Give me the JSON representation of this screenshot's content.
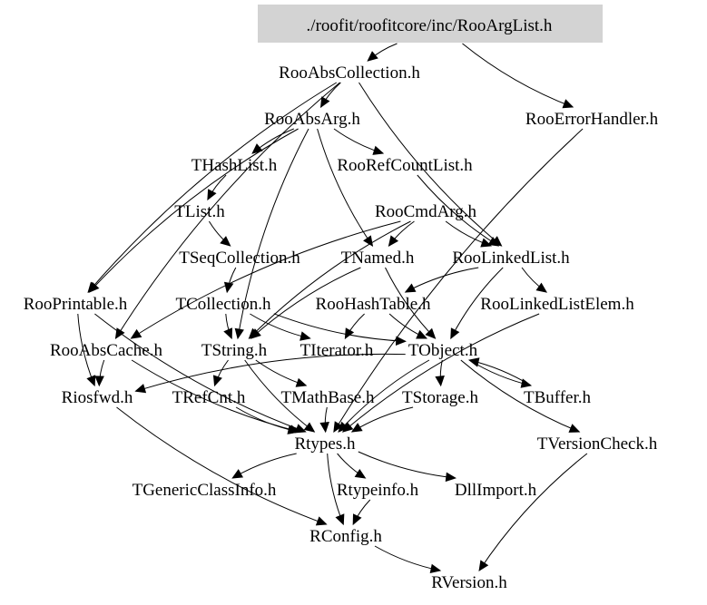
{
  "graph": {
    "type": "include-dependency-graph",
    "root": "./roofit/roofitcore/inc/RooArgList.h",
    "root_fill": "#d3d3d3",
    "nodes": [
      {
        "id": "RooArgList",
        "label": "./roofit/roofitcore/inc/RooArgList.h",
        "highlighted": true
      },
      {
        "id": "RooAbsCollection",
        "label": "RooAbsCollection.h"
      },
      {
        "id": "RooErrorHandler",
        "label": "RooErrorHandler.h"
      },
      {
        "id": "RooAbsArg",
        "label": "RooAbsArg.h"
      },
      {
        "id": "THashList",
        "label": "THashList.h"
      },
      {
        "id": "RooRefCountList",
        "label": "RooRefCountList.h"
      },
      {
        "id": "TList",
        "label": "TList.h"
      },
      {
        "id": "RooCmdArg",
        "label": "RooCmdArg.h"
      },
      {
        "id": "TSeqCollection",
        "label": "TSeqCollection.h"
      },
      {
        "id": "TNamed",
        "label": "TNamed.h"
      },
      {
        "id": "RooLinkedList",
        "label": "RooLinkedList.h"
      },
      {
        "id": "RooPrintable",
        "label": "RooPrintable.h"
      },
      {
        "id": "TCollection",
        "label": "TCollection.h"
      },
      {
        "id": "RooHashTable",
        "label": "RooHashTable.h"
      },
      {
        "id": "RooLinkedListElem",
        "label": "RooLinkedListElem.h"
      },
      {
        "id": "RooAbsCache",
        "label": "RooAbsCache.h"
      },
      {
        "id": "TString",
        "label": "TString.h"
      },
      {
        "id": "TIterator",
        "label": "TIterator.h"
      },
      {
        "id": "TObject",
        "label": "TObject.h"
      },
      {
        "id": "Riosfwd",
        "label": "Riosfwd.h"
      },
      {
        "id": "TRefCnt",
        "label": "TRefCnt.h"
      },
      {
        "id": "TMathBase",
        "label": "TMathBase.h"
      },
      {
        "id": "TStorage",
        "label": "TStorage.h"
      },
      {
        "id": "TBuffer",
        "label": "TBuffer.h"
      },
      {
        "id": "Rtypes",
        "label": "Rtypes.h"
      },
      {
        "id": "TVersionCheck",
        "label": "TVersionCheck.h"
      },
      {
        "id": "TGenericClassInfo",
        "label": "TGenericClassInfo.h"
      },
      {
        "id": "Rtypeinfo",
        "label": "Rtypeinfo.h"
      },
      {
        "id": "DllImport",
        "label": "DllImport.h"
      },
      {
        "id": "RConfig",
        "label": "RConfig.h"
      },
      {
        "id": "RVersion",
        "label": "RVersion.h"
      }
    ],
    "edges": [
      [
        "RooArgList",
        "RooAbsCollection"
      ],
      [
        "RooArgList",
        "RooErrorHandler"
      ],
      [
        "RooAbsCollection",
        "RooAbsArg"
      ],
      [
        "RooAbsCollection",
        "RooPrintable"
      ],
      [
        "RooAbsCollection",
        "RooLinkedList"
      ],
      [
        "RooAbsCollection",
        "RooAbsCache"
      ],
      [
        "RooAbsArg",
        "THashList"
      ],
      [
        "RooAbsArg",
        "RooRefCountList"
      ],
      [
        "RooAbsArg",
        "TNamed"
      ],
      [
        "RooAbsArg",
        "RooPrintable"
      ],
      [
        "RooAbsArg",
        "TString"
      ],
      [
        "RooRefCountList",
        "RooLinkedList"
      ],
      [
        "THashList",
        "TList"
      ],
      [
        "TList",
        "TSeqCollection"
      ],
      [
        "TSeqCollection",
        "TCollection"
      ],
      [
        "RooCmdArg",
        "TNamed"
      ],
      [
        "RooCmdArg",
        "RooLinkedList"
      ],
      [
        "RooCmdArg",
        "TString"
      ],
      [
        "RooCmdArg",
        "RooAbsCache"
      ],
      [
        "TNamed",
        "TObject"
      ],
      [
        "TNamed",
        "TString"
      ],
      [
        "RooLinkedList",
        "RooHashTable"
      ],
      [
        "RooLinkedList",
        "TObject"
      ],
      [
        "RooLinkedList",
        "RooLinkedListElem"
      ],
      [
        "RooErrorHandler",
        "Rtypes"
      ],
      [
        "TCollection",
        "TObject"
      ],
      [
        "TCollection",
        "TIterator"
      ],
      [
        "TCollection",
        "TString"
      ],
      [
        "RooHashTable",
        "TObject"
      ],
      [
        "RooHashTable",
        "TIterator"
      ],
      [
        "RooLinkedListElem",
        "Rtypes"
      ],
      [
        "RooPrintable",
        "Riosfwd"
      ],
      [
        "RooPrintable",
        "Rtypes"
      ],
      [
        "RooAbsCache",
        "Riosfwd"
      ],
      [
        "RooAbsCache",
        "Rtypes"
      ],
      [
        "TString",
        "TRefCnt"
      ],
      [
        "TString",
        "TMathBase"
      ],
      [
        "TString",
        "Rtypes"
      ],
      [
        "TObject",
        "TStorage"
      ],
      [
        "TObject",
        "TBuffer"
      ],
      [
        "TObject",
        "TVersionCheck"
      ],
      [
        "TObject",
        "Rtypes"
      ],
      [
        "TObject",
        "Riosfwd"
      ],
      [
        "TRefCnt",
        "Rtypes"
      ],
      [
        "TMathBase",
        "Rtypes"
      ],
      [
        "TStorage",
        "Rtypes"
      ],
      [
        "TBuffer",
        "TObject"
      ],
      [
        "TVersionCheck",
        "RVersion"
      ],
      [
        "Riosfwd",
        "RConfig"
      ],
      [
        "Rtypes",
        "TGenericClassInfo"
      ],
      [
        "Rtypes",
        "Rtypeinfo"
      ],
      [
        "Rtypes",
        "DllImport"
      ],
      [
        "Rtypes",
        "RConfig"
      ],
      [
        "Rtypeinfo",
        "RConfig"
      ],
      [
        "RConfig",
        "RVersion"
      ]
    ]
  }
}
